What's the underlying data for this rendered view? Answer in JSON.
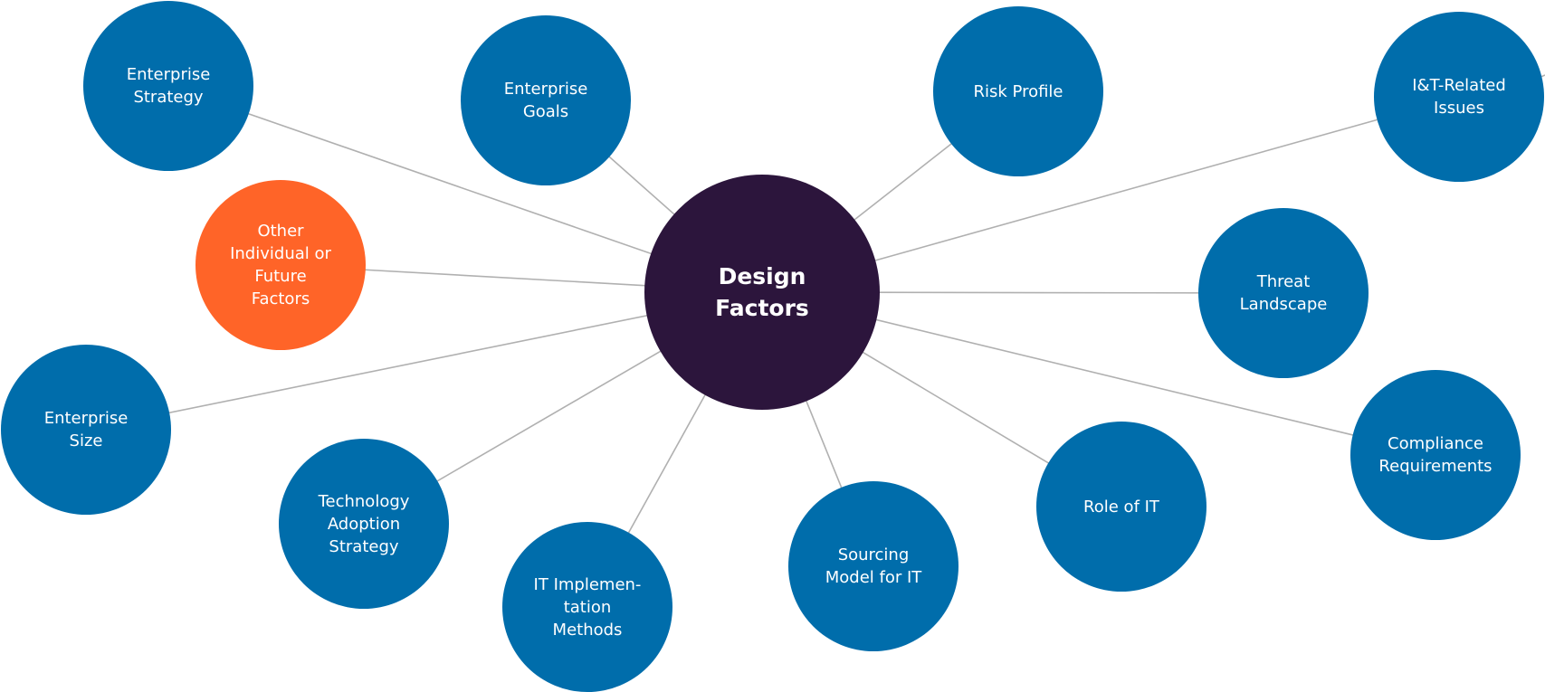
{
  "diagram": {
    "center": {
      "label": "Design\nFactors"
    },
    "nodes": [
      {
        "id": "enterprise-strategy",
        "label": "Enterprise\nStrategy",
        "color": "blue"
      },
      {
        "id": "enterprise-goals",
        "label": "Enterprise\nGoals",
        "color": "blue"
      },
      {
        "id": "risk-profile",
        "label": "Risk Profile",
        "color": "blue"
      },
      {
        "id": "it-related-issues",
        "label": "I&T-Related\nIssues",
        "color": "blue"
      },
      {
        "id": "other-factors",
        "label": "Other\nIndividual or\nFuture\nFactors",
        "color": "orange"
      },
      {
        "id": "threat-landscape",
        "label": "Threat\nLandscape",
        "color": "blue"
      },
      {
        "id": "enterprise-size",
        "label": "Enterprise\nSize",
        "color": "blue"
      },
      {
        "id": "compliance-requirements",
        "label": "Compliance\nRequirements",
        "color": "blue"
      },
      {
        "id": "role-of-it",
        "label": "Role of IT",
        "color": "blue"
      },
      {
        "id": "technology-adoption-strategy",
        "label": "Technology\nAdoption\nStrategy",
        "color": "blue"
      },
      {
        "id": "sourcing-model",
        "label": "Sourcing\nModel for IT",
        "color": "blue"
      },
      {
        "id": "it-implementation-methods",
        "label": "IT Implemen-\ntation\nMethods",
        "color": "blue"
      }
    ],
    "colors": {
      "node": "#006dab",
      "center": "#2c153c",
      "highlight": "#ff6428",
      "line": "#b0b0b0"
    }
  }
}
